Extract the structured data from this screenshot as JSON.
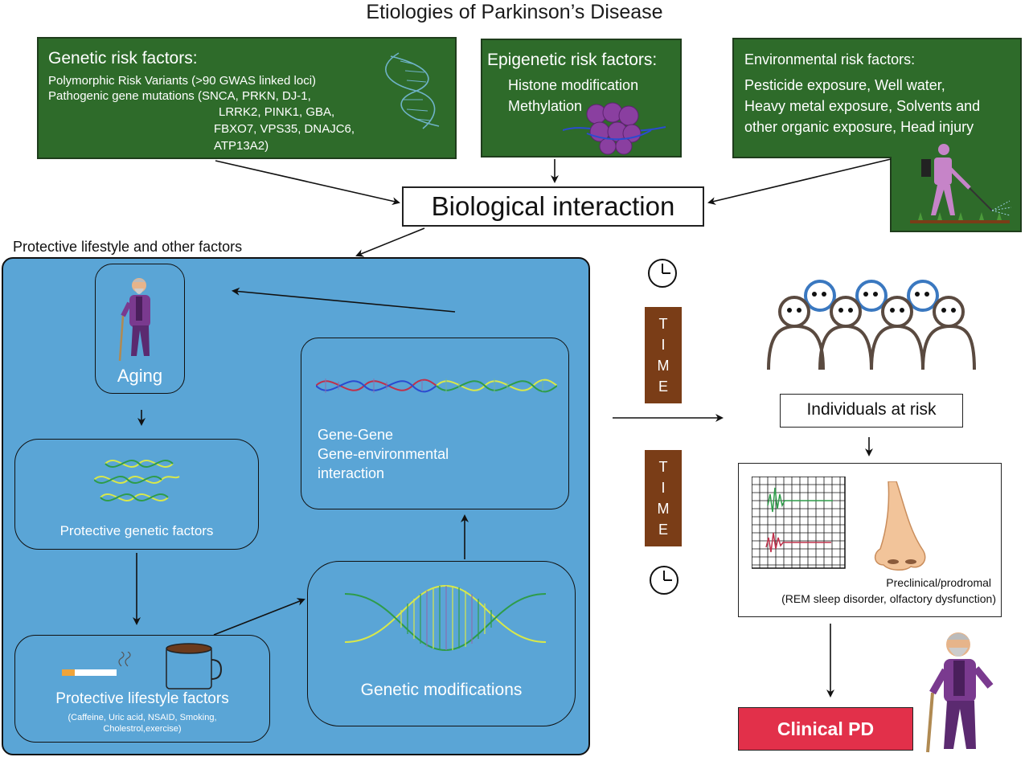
{
  "title": "Etiologies of Parkinson’s Disease",
  "genetic": {
    "heading": "Genetic risk factors:",
    "line1": "Polymorphic Risk Variants (>90 GWAS linked loci)",
    "line2": "Pathogenic gene mutations (SNCA, PRKN, DJ-1,",
    "line3": "LRRK2, PINK1, GBA,",
    "line4": "FBXO7, VPS35, DNAJC6,",
    "line5": "ATP13A2)"
  },
  "epigenetic": {
    "heading": "Epigenetic risk factors:",
    "line1": "Histone modification",
    "line2": "Methylation"
  },
  "environmental": {
    "heading": "Environmental risk factors:",
    "line1": "Pesticide exposure, Well water,",
    "line2": "Heavy metal exposure, Solvents and",
    "line3": "other organic exposure, Head injury"
  },
  "biological": "Biological interaction",
  "protective_label": "Protective lifestyle and other factors",
  "aging": "Aging",
  "protective_genetic": "Protective genetic factors",
  "protective_lifestyle": {
    "heading": "Protective lifestyle factors",
    "line1": "(Caffeine, Uric acid, NSAID, Smoking,",
    "line2": "Cholestrol,exercise)"
  },
  "gene_gene": {
    "line1": "Gene-Gene",
    "line2": "Gene-environmental",
    "line3": "interaction"
  },
  "genetic_modifications": "Genetic modifications",
  "time_letters": [
    "T",
    "I",
    "M",
    "E"
  ],
  "individuals": "Individuals at risk",
  "preclinical": {
    "line1": "Preclinical/prodromal",
    "line2": "(REM sleep disorder, olfactory dysfunction)"
  },
  "clinical": "Clinical PD",
  "colors": {
    "green_box": "#2e6b2a",
    "blue_panel": "#5aa5d6",
    "time_box": "#7a3d17",
    "clinical": "#e2304a"
  }
}
